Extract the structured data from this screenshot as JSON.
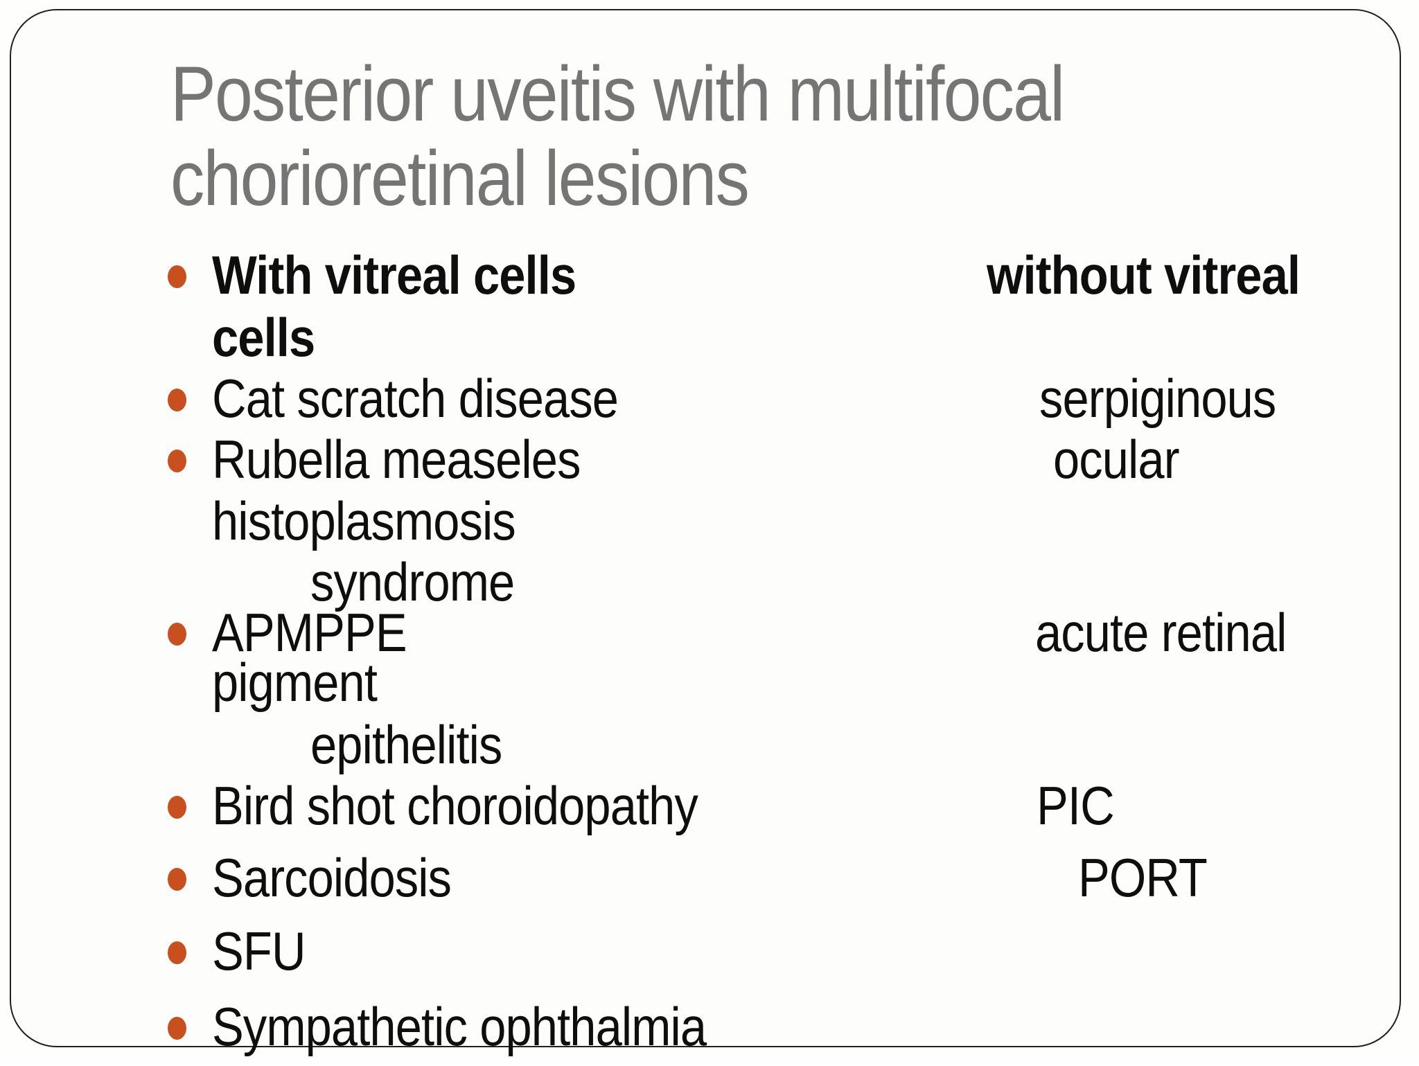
{
  "slide": {
    "title": {
      "lines": [
        "Posterior uveitis with multifocal",
        "chorioretinal lesions"
      ],
      "color": "#757575"
    },
    "bullet_color": "#C8501E",
    "text_color": "#0e0e0e",
    "rows": [
      {
        "bullet": true,
        "bold": true,
        "left": "With vitreal cells",
        "right": "without vitreal",
        "indent": 0
      },
      {
        "bullet": false,
        "bold": true,
        "left": "cells",
        "right": "",
        "indent": 0
      },
      {
        "bullet": true,
        "bold": false,
        "left": "Cat scratch disease",
        "right": "serpiginous",
        "indent": 0
      },
      {
        "bullet": true,
        "bold": false,
        "left": "Rubella measeles",
        "right": "ocular",
        "indent": 0
      },
      {
        "bullet": false,
        "bold": false,
        "left": "histoplasmosis",
        "right": "",
        "indent": 0
      },
      {
        "bullet": false,
        "bold": false,
        "left": "syndrome",
        "right": "",
        "indent": 1
      },
      {
        "bullet": true,
        "bold": false,
        "left": "APMPPE",
        "right": "acute retinal",
        "indent": 0
      },
      {
        "bullet": false,
        "bold": false,
        "left": "pigment",
        "right": "",
        "indent": 0
      },
      {
        "bullet": false,
        "bold": false,
        "left": "epithelitis",
        "right": "",
        "indent": 1
      },
      {
        "bullet": true,
        "bold": false,
        "left": "Bird shot choroidopathy",
        "right": "PIC",
        "indent": 0
      },
      {
        "bullet": true,
        "bold": false,
        "left": "Sarcoidosis",
        "right": "PORT",
        "indent": 0
      },
      {
        "bullet": true,
        "bold": false,
        "left": "SFU",
        "right": "",
        "indent": 0
      },
      {
        "bullet": true,
        "bold": false,
        "left": "Sympathetic ophthalmia",
        "right": "",
        "indent": 0
      }
    ]
  }
}
